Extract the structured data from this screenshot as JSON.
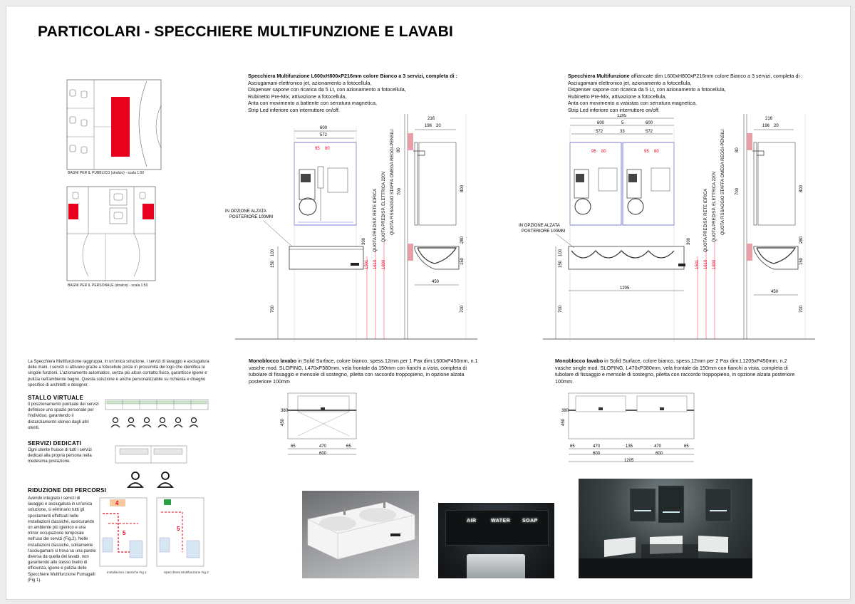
{
  "title": "PARTICOLARI - SPECCHIERE MULTIFUNZIONE E LAVABI",
  "plans": {
    "public_caption": "BAGNI PER IL PUBBLICO (stralcio) - scala 1:50",
    "staff_caption": "BAGNI PER IL PERSONALE (stralcio) - scala 1:50"
  },
  "mirror_single": {
    "heading_bold": "Specchiera Multifunzione L600xH800xP216mm colore Bianco a 3 servizi, completa di :",
    "lines": [
      "Asciugamani elettronico jet, azionamento a fotocellula,",
      "Dispenser sapone con ricarica da 5 Lt, con azionamento a fotocellula,",
      "Rubinetto Pre-Mix, attivazione a fotocellula,",
      "Anta con movimento a battente con serratura magnetica,",
      "Strip Led inferiore con interruttore on/off."
    ],
    "dims_top": [
      "600",
      "572"
    ],
    "dims_side": [
      "216",
      "196",
      "20"
    ],
    "dims_left": [
      "100",
      "150",
      "300",
      "700"
    ],
    "dims_right": [
      "800",
      "700",
      "280",
      "150",
      "700",
      "80"
    ],
    "dim_depth": "450",
    "red_dims": [
      "95",
      "80"
    ],
    "red_heights": [
      "1501",
      "1610",
      "1800"
    ],
    "option_note": [
      "IN OPZIONE ALZATA",
      "POSTERIORE 100MM"
    ],
    "vertical_labels": [
      "QUOTA PREDISP. RETE IDRICA",
      "QUOTA PREDISP. ELETTRICA 220V",
      "QUOTA FISSAGGIO STAFFA OMEGA REGGI-PENSILI"
    ]
  },
  "mirror_double": {
    "heading_bold": "Specchiera Multifunzione",
    "heading_rest": " affiancate dim L600xH800xP216mm colore Bianco a 3 servizi, completa di :",
    "lines": [
      "Asciugamani elettronico jet, azionamento a fotocellula,",
      "Dispenser sapone con ricarica da 5 Lt, con azionamento a fotocellula,",
      "Rubinetto Pre-Mix, attivazione a fotocellula,",
      "Anta con movimento a vasistas con serratura magnetica,",
      "Strip Led inferiore con interruttore on/off."
    ],
    "dims_top": [
      "1205",
      "600",
      "5",
      "600",
      "572",
      "33",
      "572"
    ],
    "dims_side": [
      "216",
      "196",
      "20"
    ],
    "dim_bottom": "1205",
    "dim_depth": "450",
    "dims_left": [
      "100",
      "150",
      "300",
      "700"
    ],
    "dims_right": [
      "800",
      "700",
      "280",
      "150",
      "700",
      "80"
    ],
    "red_dims": [
      "95",
      "80",
      "95",
      "80"
    ],
    "red_heights": [
      "1501",
      "1610",
      "1800"
    ],
    "option_note": [
      "IN OPZIONE ALZATA",
      "POSTERIORE 100MM"
    ],
    "vertical_labels": [
      "QUOTA PREDISP. RETE IDRICA",
      "QUOTA PREDISP. ELETTRICA 220V",
      "QUOTA FISSAGGIO STAFFA OMEGA REGGI-PENSILI"
    ]
  },
  "basin_single": {
    "heading_bold": "Monoblocco lavabo",
    "text": " in Solid Surface, colore bianco, spess.12mm per 1 Pax dim.L600xP450mm, n.1 vasche mod. SLOPING, L470xP380mm,  vela frontale da 150mm con fianchi a vista, completa di tubolare di fissaggio e mensole di sostegno, piletta con raccordo troppopieno, in opzione alzata posteriore 100mm",
    "dims": [
      "450",
      "380",
      "65",
      "470",
      "65",
      "600"
    ]
  },
  "basin_double": {
    "heading_bold": "Monoblocco lavabo",
    "text": " in Solid Surface, colore bianco, spess.12mm per 2 Pax dim.L1205xP450mm, n.2 vasche single mod. SLOPING, L470xP380mm, vela frontale da 150mm con fianchi a vista, completa di tubolare di fissaggio e mensole di sostegno, piletta con raccordo troppopieno, in opzione alzata posteriore 100mm.",
    "dims": [
      "450",
      "380",
      "65",
      "470",
      "135",
      "470",
      "65",
      "600",
      "600",
      "1205"
    ]
  },
  "intro": "La Specchiera Multifunzione raggruppa, in un'unica soluzione, i servizi di lavaggio e asciugatura delle mani. I servizi si attivano grazie a fotocellule poste in prossimità del logo che identifica le singole funzioni. L'azionamento automatico, senza più alcun contatto fisico, garantisce igiene e pulizia nell'ambiente bagno. Questa soluzione è anche personalizzabile su richiesta e disegno specifico di architetti e designer.",
  "stallo": {
    "title": "STALLO VIRTUALE",
    "text": "Il posizionamento puntuale dei servizi definisce uno spazio personale per l'individuo, garantendo il distanziamento idoneo dagli altri utenti."
  },
  "servizi": {
    "title": "SERVIZI DEDICATI",
    "text": "Ogni utente fruisce di tutti i servizi dedicati alla propria persona nella medesima postazione."
  },
  "riduzione": {
    "title": "RIDUZIONE DEI PERCORSI",
    "text": "Avendo integrato i servizi di lavaggio e asciugatura in un'unica soluzione, si eliminano tutti gli spostamenti effettuati nelle installazioni classiche, assicurando un ambiente più igienico e una minor occupazione temporale nell'uso dei servizi (Fig.2). Nelle installazioni classiche, solitamente l'asciugamani si trova su una parete diversa da quella dei lavabi, non garantendo allo stesso livello di efficienza, igiene e pulizia delle Specchiere Multifunzione Fumagalli (Fig 1).",
    "fig1_caption": "Installazioni classiche Fig.1",
    "fig2_caption": "Specchiera Multifunzione Fig.2",
    "marks": [
      "4",
      "5",
      "5"
    ]
  },
  "photo_labels": [
    "AIR",
    "WATER",
    "SOAP"
  ],
  "colors": {
    "accent_red": "#e8001c",
    "dim_red": "#e8001c",
    "dark": "#2a2a2a"
  }
}
